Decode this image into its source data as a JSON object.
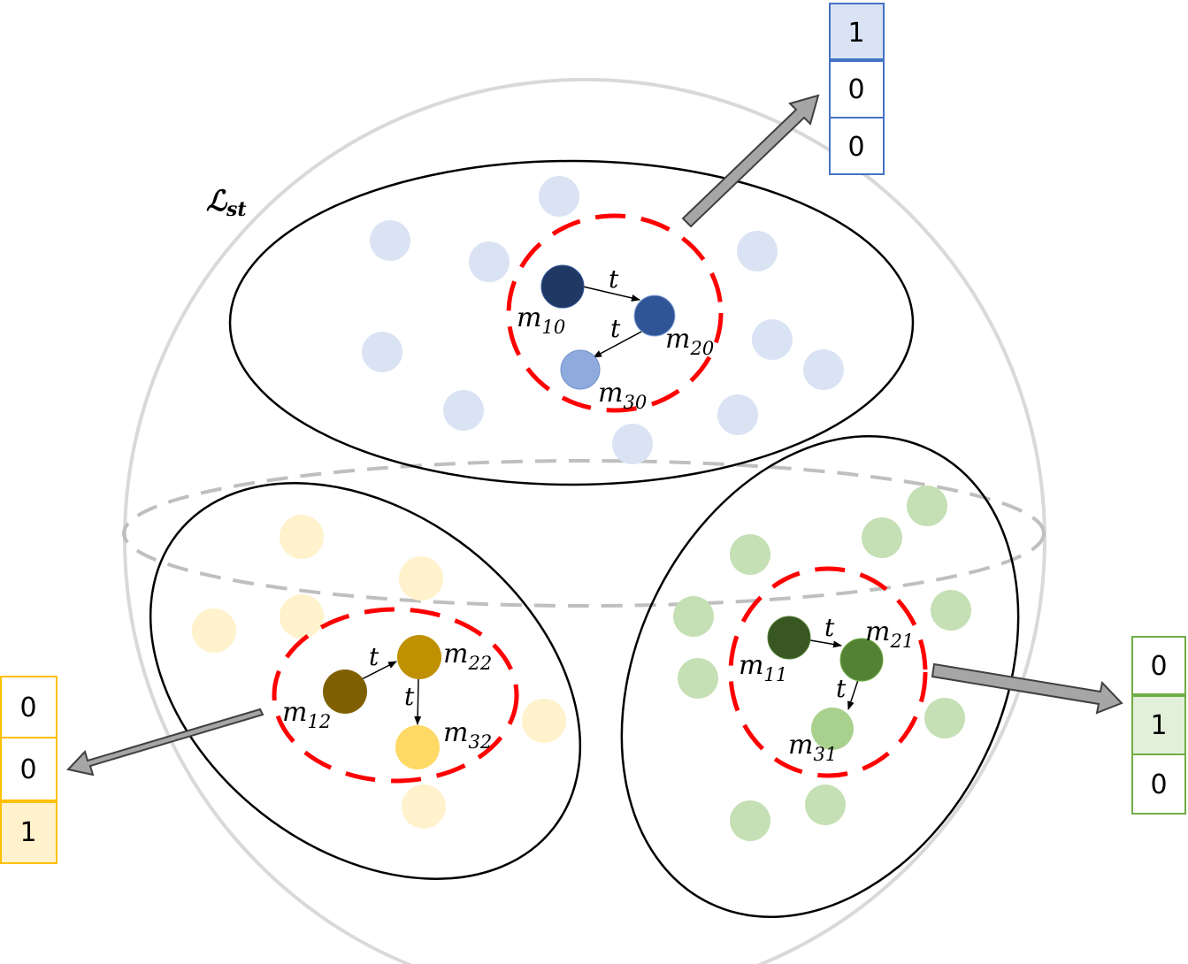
{
  "loss_label": {
    "base": "ℒ",
    "sub": "st"
  },
  "edge_label": "t",
  "clusters": [
    {
      "id": "blue",
      "colors": {
        "light": "#dae3f3",
        "core": [
          "#203864",
          "#2f5597",
          "#8faadc"
        ],
        "box_border": "#4472c4",
        "box_fill": "#dae3f3"
      },
      "nodes": [
        {
          "base": "m",
          "sub": "10"
        },
        {
          "base": "m",
          "sub": "20"
        },
        {
          "base": "m",
          "sub": "30"
        }
      ],
      "vector": [
        "1",
        "0",
        "0"
      ],
      "active_index": 0
    },
    {
      "id": "yellow",
      "colors": {
        "light": "#fff2cc",
        "core": [
          "#7f6000",
          "#bf9000",
          "#ffd966"
        ],
        "box_border": "#ffc000",
        "box_fill": "#fff2cc"
      },
      "nodes": [
        {
          "base": "m",
          "sub": "12"
        },
        {
          "base": "m",
          "sub": "22"
        },
        {
          "base": "m",
          "sub": "32"
        }
      ],
      "vector": [
        "0",
        "0",
        "1"
      ],
      "active_index": 2
    },
    {
      "id": "green",
      "colors": {
        "light": "#c5e0b4",
        "core": [
          "#385723",
          "#548235",
          "#a9d18e"
        ],
        "box_border": "#70ad47",
        "box_fill": "#e2f0d9"
      },
      "nodes": [
        {
          "base": "m",
          "sub": "11"
        },
        {
          "base": "m",
          "sub": "21"
        },
        {
          "base": "m",
          "sub": "31"
        }
      ],
      "vector": [
        "0",
        "1",
        "0"
      ],
      "active_index": 1
    }
  ]
}
